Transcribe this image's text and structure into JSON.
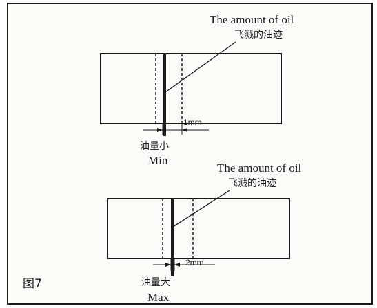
{
  "top": {
    "annotation_en": "The amount of oil",
    "annotation_cn": "飞溅的油迹",
    "dimension": "1mm",
    "caption_cn": "油量小",
    "caption_en": "Min"
  },
  "bottom": {
    "annotation_en": "The amount of oil",
    "annotation_cn": "飞溅的油迹",
    "dimension": "2mm",
    "caption_cn": "油量大",
    "caption_en": "Max"
  },
  "figure_label": "图7",
  "colors": {
    "ink": "#1a1a1a",
    "paper": "#fbfbf8"
  }
}
